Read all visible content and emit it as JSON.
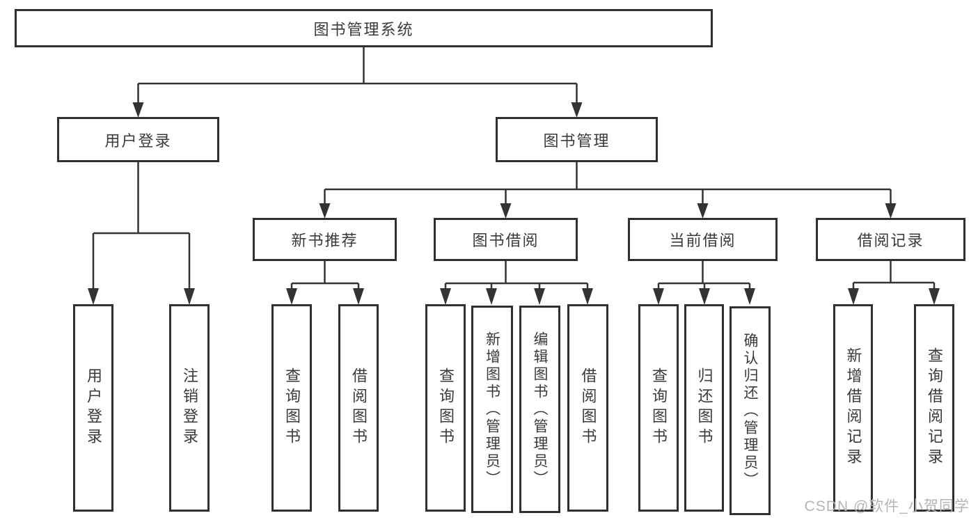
{
  "nodes": {
    "root": {
      "label": "图书管理系统"
    },
    "user_login": {
      "label": "用户登录"
    },
    "book_mgmt": {
      "label": "图书管理"
    },
    "new_book_rec": {
      "label": "新书推荐"
    },
    "book_borrow": {
      "label": "图书借阅"
    },
    "current_borrow": {
      "label": "当前借阅"
    },
    "borrow_record": {
      "label": "借阅记录"
    },
    "leaf_user_login": {
      "label": "用户登录"
    },
    "leaf_logout": {
      "label": "注销登录"
    },
    "leaf_nb_query": {
      "label": "查询图书"
    },
    "leaf_nb_borrow": {
      "label": "借阅图书"
    },
    "leaf_bb_query": {
      "label": "查询图书"
    },
    "leaf_bb_add": {
      "label": "新增图书（管理员）"
    },
    "leaf_bb_edit": {
      "label": "编辑图书（管理员）"
    },
    "leaf_bb_borrow": {
      "label": "借阅图书"
    },
    "leaf_cb_query": {
      "label": "查询图书"
    },
    "leaf_cb_return": {
      "label": "归还图书"
    },
    "leaf_cb_confirm": {
      "label": "确认归还（管理员）"
    },
    "leaf_br_add": {
      "label": "新增借阅记录"
    },
    "leaf_br_query": {
      "label": "查询借阅记录"
    }
  },
  "watermark": {
    "text": "CSDN @软件_小贺同学"
  },
  "colors": {
    "line": "#333333",
    "box_border": "#2f2f2f",
    "box_fill": "#ffffff",
    "text": "#3a3a3a",
    "watermark": "#b5b5b5"
  }
}
